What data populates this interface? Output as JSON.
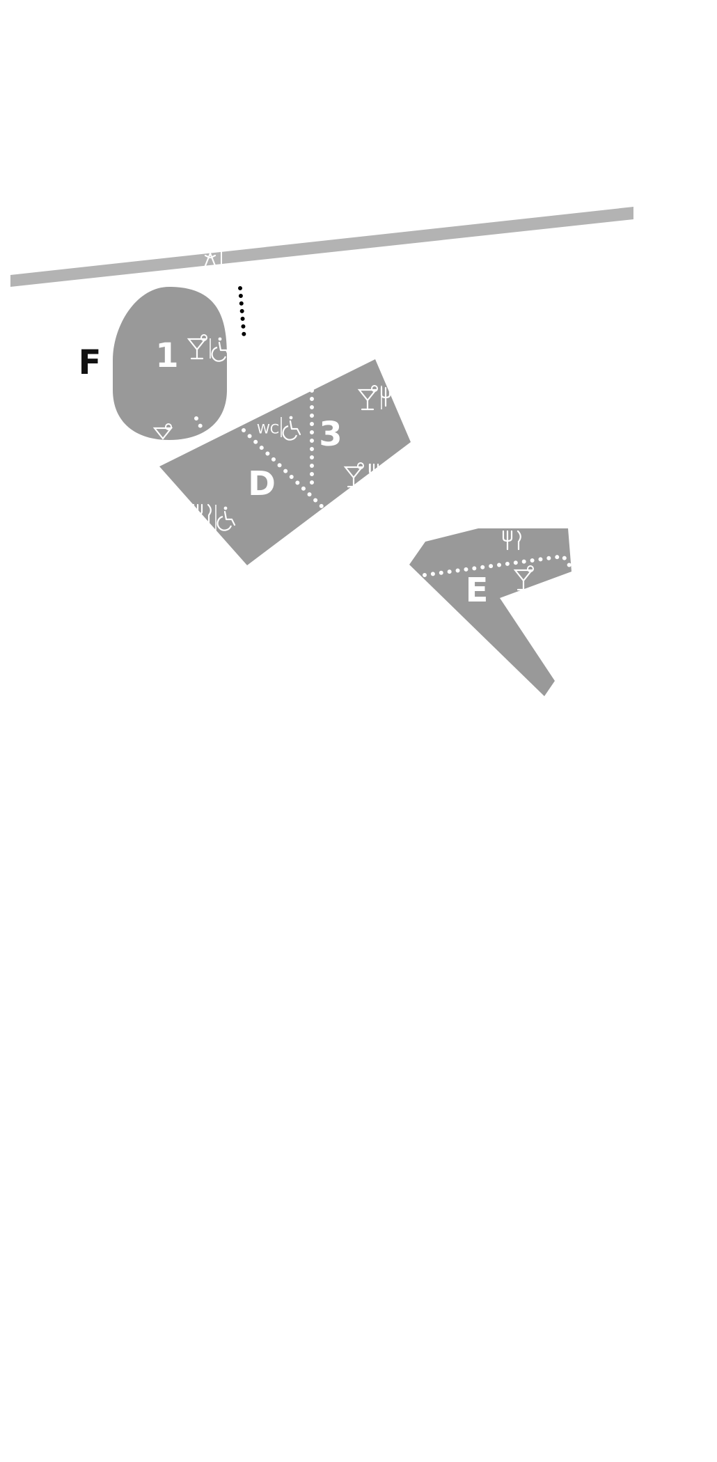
{
  "map": {
    "colors": {
      "background": "#ffffff",
      "area_fill": "#999999",
      "road": "#b3b3b3",
      "path_white": "#ffffff",
      "path_black": "#000000",
      "icon": "#ffffff",
      "outside_text": "#111111"
    },
    "labels": {
      "f": "F",
      "one": "1",
      "three": "3",
      "d": "D",
      "e": "E",
      "wc": "WC"
    },
    "icons": {
      "road": [
        "pedestrian-icon"
      ],
      "area_1": [
        "cocktail-icon",
        "wheelchair-icon"
      ],
      "area_1_bottom": [
        "cocktail-icon"
      ],
      "area_d": [
        "wc-label",
        "wheelchair-icon",
        "restaurant-icon",
        "wheelchair-icon"
      ],
      "area_3": [
        "cocktail-icon",
        "restaurant-icon",
        "cocktail-icon",
        "restaurant-icon"
      ],
      "area_e": [
        "restaurant-icon",
        "cocktail-icon"
      ]
    },
    "paths": [
      "white-dotted-path",
      "black-dotted-path"
    ]
  }
}
